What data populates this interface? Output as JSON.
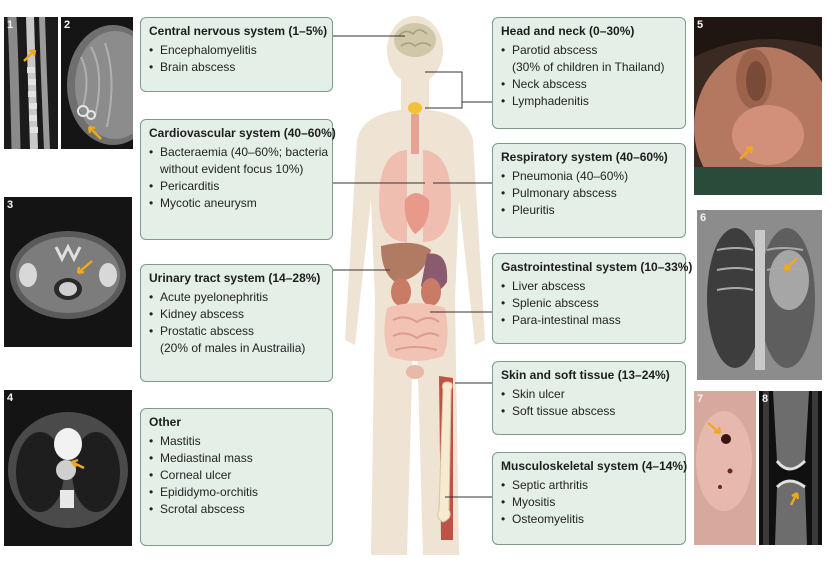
{
  "panels": [
    {
      "id": "1",
      "label": "1"
    },
    {
      "id": "2",
      "label": "2"
    },
    {
      "id": "3",
      "label": "3"
    },
    {
      "id": "4",
      "label": "4"
    },
    {
      "id": "5",
      "label": "5"
    },
    {
      "id": "6",
      "label": "6"
    },
    {
      "id": "7",
      "label": "7"
    },
    {
      "id": "8",
      "label": "8"
    }
  ],
  "boxes": {
    "cns": {
      "title": "Central nervous system (1–5%)",
      "items": [
        "Encephalomyelitis",
        "Brain abscess"
      ]
    },
    "cardio": {
      "title": "Cardiovascular system (40–60%)",
      "items": [
        "Bacteraemia (40–60%; bacteria",
        "without evident focus 10%)",
        "Pericarditis",
        "Mycotic aneurysm"
      ]
    },
    "urinary": {
      "title": "Urinary tract system (14–28%)",
      "items": [
        "Acute pyelonephritis",
        "Kidney abscess",
        "Prostatic abscess",
        "(20% of males in Austrailia)"
      ]
    },
    "other": {
      "title": "Other",
      "items": [
        "Mastitis",
        "Mediastinal mass",
        "Corneal ulcer",
        "Epididymo-orchitis",
        "Scrotal abscess"
      ]
    },
    "head": {
      "title": "Head and neck (0–30%)",
      "items": [
        "Parotid abscess",
        "(30% of children in Thailand)",
        "Neck abscess",
        "Lymphadenitis"
      ]
    },
    "resp": {
      "title": "Respiratory system (40–60%)",
      "items": [
        "Pneumonia (40–60%)",
        "Pulmonary abscess",
        "Pleuritis"
      ]
    },
    "gi": {
      "title": "Gastrointestinal system (10–33%)",
      "items": [
        "Liver abscess",
        "Splenic abscess",
        "Para-intestinal mass"
      ]
    },
    "skin": {
      "title": "Skin and soft tissue (13–24%)",
      "items": [
        "Skin ulcer",
        "Soft tissue abscess"
      ]
    },
    "msk": {
      "title": "Musculoskeletal system (4–14%)",
      "items": [
        "Septic arthritis",
        "Myositis",
        "Osteomyelitis"
      ]
    }
  },
  "bullet": "•",
  "colors": {
    "box_fill": "#e3efe7",
    "box_border": "#7f9b8a",
    "body": "#efe3d3",
    "arrow": "#f0a81e",
    "leader": "#333333"
  }
}
